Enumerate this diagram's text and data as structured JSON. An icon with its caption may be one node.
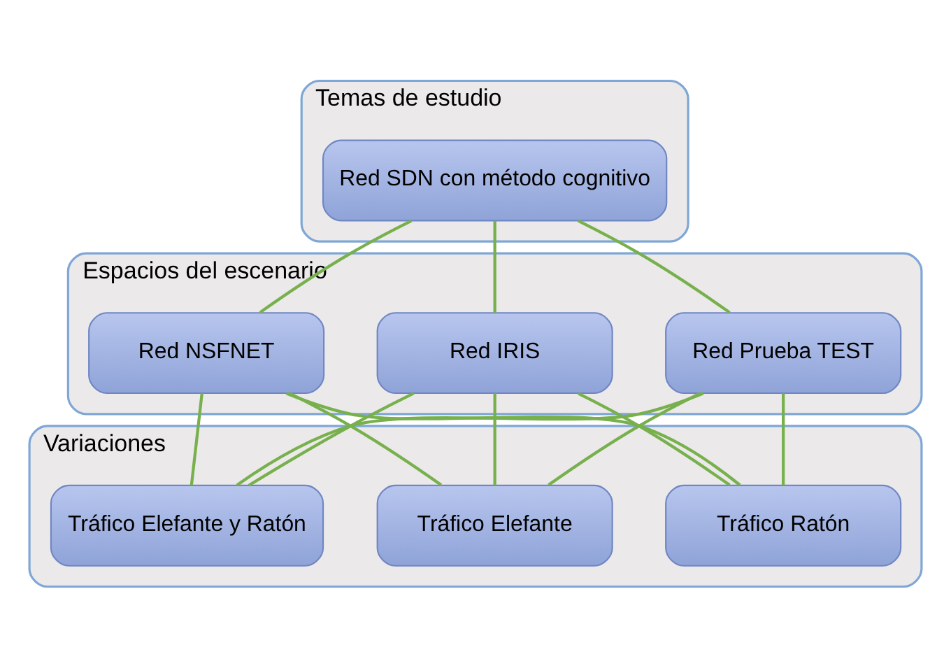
{
  "diagram": {
    "nodes": [
      {
        "text": [
          "Temas de estudio"
        ]
      },
      {
        "text": [
          "Red SDN con método cognitivo"
        ],
        "in": 0
      },
      {
        "text": [
          "Espacios del escenario"
        ]
      },
      {
        "text": [
          "Red Prueba TEST"
        ],
        "in": 2
      },
      {
        "text": [
          "Red NSFNET"
        ],
        "in": 2
      },
      {
        "text": [
          "Red IRIS"
        ],
        "in": 2
      },
      {
        "text": [
          "Variaciones"
        ]
      },
      {
        "text": [
          "Tráfico Ratón"
        ],
        "in": 6
      },
      {
        "text": [
          "Tráfico Elefante y Ratón"
        ],
        "in": 6
      },
      {
        "text": [
          "Tráfico Elefante"
        ],
        "in": 6
      }
    ],
    "edges": [
      {
        "from": 1,
        "to": 3,
        "arrow": "none"
      },
      {
        "from": 1,
        "to": 4,
        "arrow": "none"
      },
      {
        "from": 1,
        "to": 5,
        "arrow": "none"
      },
      {
        "from": 3,
        "to": 7,
        "arrow": "none"
      },
      {
        "from": 3,
        "to": 8,
        "arrow": "none"
      },
      {
        "from": 3,
        "to": 9,
        "arrow": "none"
      },
      {
        "from": 4,
        "to": 7,
        "arrow": "none"
      },
      {
        "from": 4,
        "to": 8,
        "arrow": "none"
      },
      {
        "from": 4,
        "to": 9,
        "arrow": "none"
      },
      {
        "from": 5,
        "to": 7,
        "arrow": "none"
      },
      {
        "from": 5,
        "to": 8,
        "arrow": "none"
      },
      {
        "from": 5,
        "to": 9,
        "arrow": "none"
      }
    ]
  }
}
